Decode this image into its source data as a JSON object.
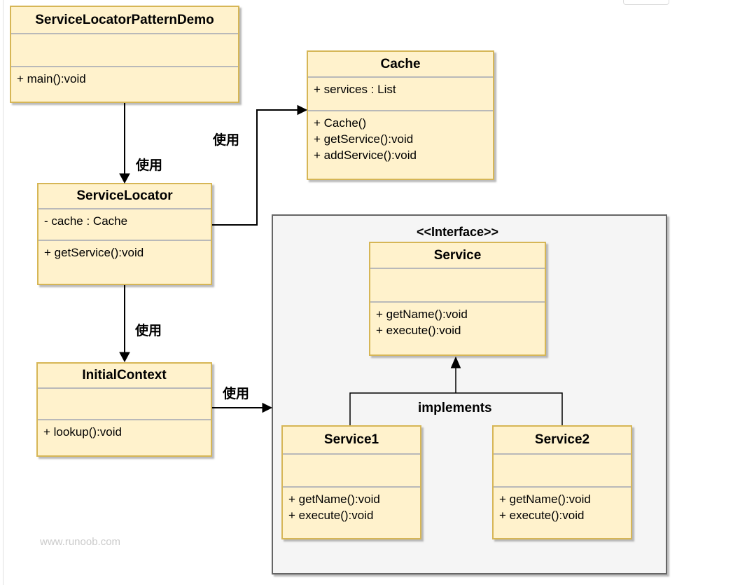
{
  "classes": {
    "demo": {
      "name": "ServiceLocatorPatternDemo",
      "attributes": [],
      "methods": [
        "+ main():void"
      ]
    },
    "cache": {
      "name": "Cache",
      "attributes": [
        "+ services : List"
      ],
      "methods": [
        "+ Cache()",
        "+ getService():void",
        "+ addService():void"
      ]
    },
    "locator": {
      "name": "ServiceLocator",
      "attributes": [
        "- cache : Cache"
      ],
      "methods": [
        "+ getService():void"
      ]
    },
    "context": {
      "name": "InitialContext",
      "attributes": [],
      "methods": [
        "+ lookup():void"
      ]
    },
    "service": {
      "stereotype": "<<Interface>>",
      "name": "Service",
      "attributes": [],
      "methods": [
        "+ getName():void",
        "+ execute():void"
      ]
    },
    "service1": {
      "name": "Service1",
      "attributes": [],
      "methods": [
        "+ getName():void",
        "+ execute():void"
      ]
    },
    "service2": {
      "name": "Service2",
      "attributes": [],
      "methods": [
        "+ getName():void",
        "+ execute():void"
      ]
    }
  },
  "edge_labels": {
    "use_demo_locator": "使用",
    "use_locator_cache": "使用",
    "use_locator_context": "使用",
    "use_context_services": "使用",
    "implements": "implements"
  },
  "watermark": "www.runoob.com",
  "colors": {
    "class_fill": "#FFF2CC",
    "class_border": "#D6B656",
    "compartment_separator": "#B9B9B9",
    "container_fill": "#F5F5F5",
    "container_border": "#666666",
    "arrow": "#000000",
    "watermark_text": "#CBCBCB"
  }
}
